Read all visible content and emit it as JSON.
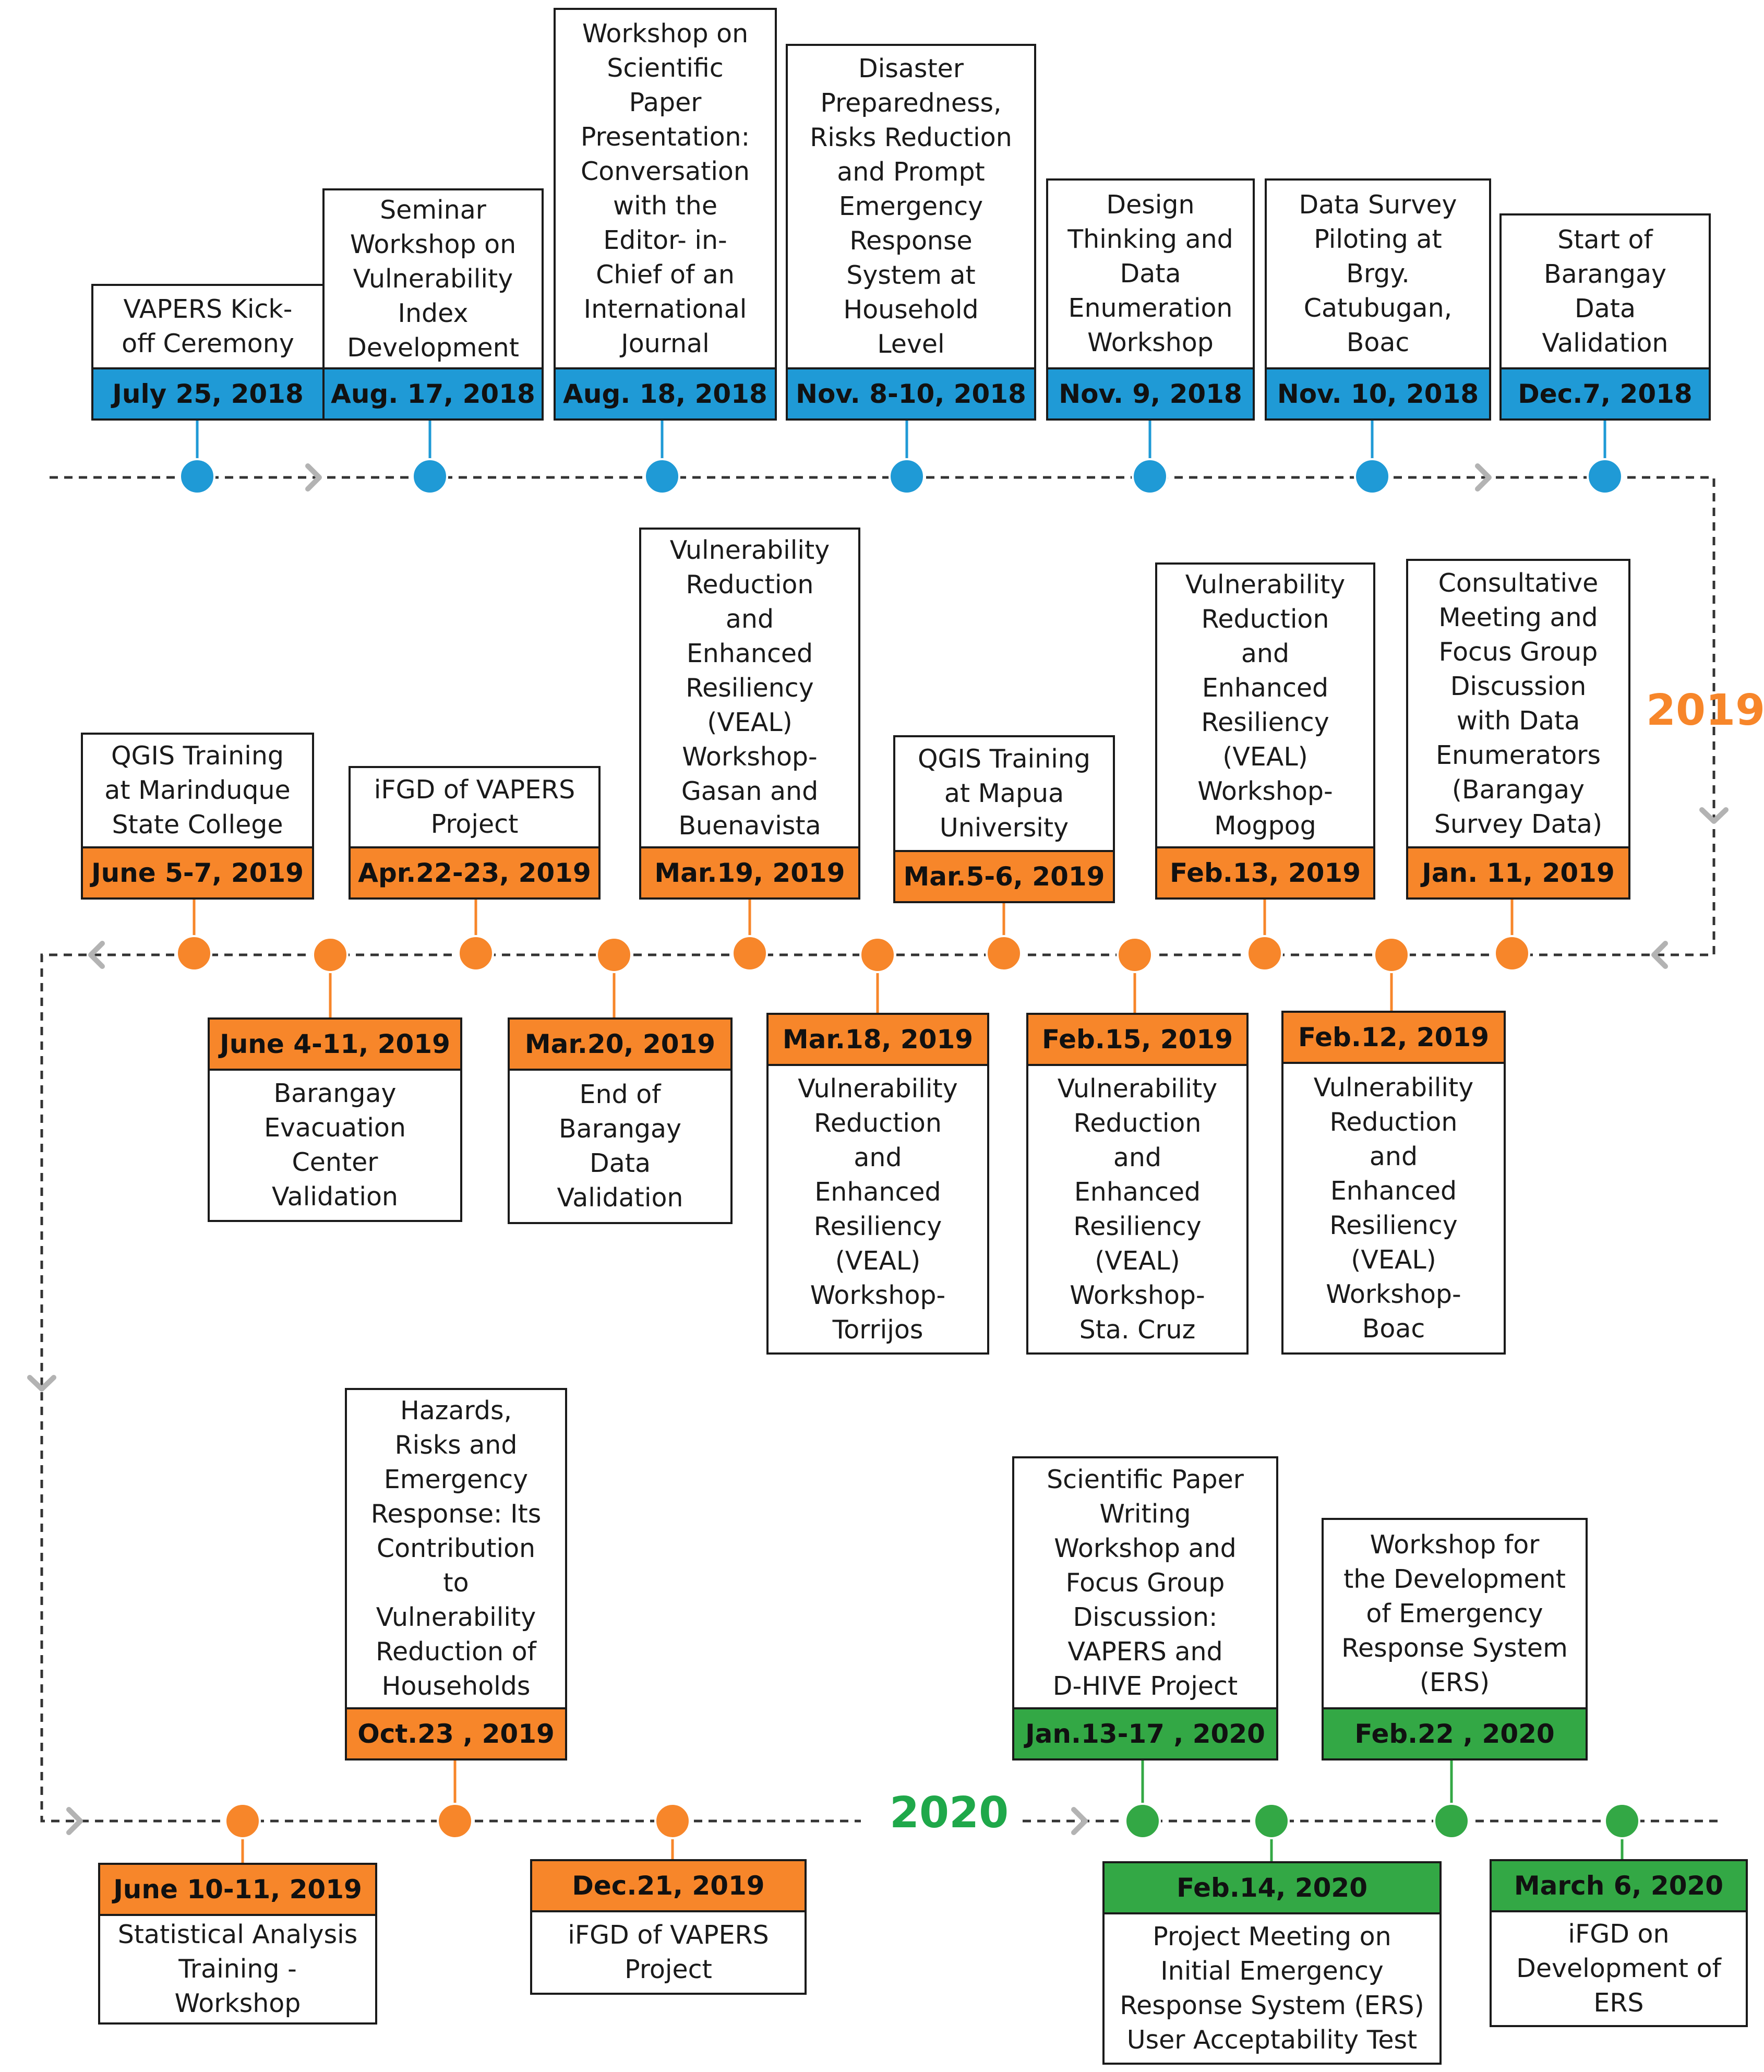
{
  "colors": {
    "blue": "#1f9ad6",
    "orange": "#f7862a",
    "green": "#33a845",
    "line": "#333333",
    "arrow": "#b3b3b3"
  },
  "year_labels": {
    "y2019": "2019",
    "y2020": "2020"
  },
  "row1": [
    {
      "date": "July 25, 2018",
      "desc": "VAPERS Kick-\noff Ceremony"
    },
    {
      "date": "Aug. 17, 2018",
      "desc": "Seminar\nWorkshop on\nVulnerability\nIndex\nDevelopment"
    },
    {
      "date": "Aug. 18, 2018",
      "desc": "Workshop on\nScientific\nPaper\nPresentation:\nConversation\nwith the\nEditor- in-\nChief of an\nInternational\nJournal"
    },
    {
      "date": "Nov. 8-10, 2018",
      "desc": "Disaster\nPreparedness,\nRisks Reduction\nand Prompt\nEmergency\nResponse\nSystem at\nHousehold\nLevel"
    },
    {
      "date": "Nov. 9, 2018",
      "desc": "Design\nThinking and\nData\nEnumeration\nWorkshop"
    },
    {
      "date": "Nov. 10, 2018",
      "desc": "Data Survey\nPiloting at\nBrgy.\nCatubugan,\nBoac"
    },
    {
      "date": "Dec.7, 2018",
      "desc": "Start of\nBarangay\nData\nValidation"
    }
  ],
  "row2_top": [
    {
      "date": "June 5-7, 2019",
      "desc": "QGIS Training\nat Marinduque\nState College"
    },
    {
      "date": "Apr.22-23, 2019",
      "desc": "iFGD of VAPERS\nProject"
    },
    {
      "date": "Mar.19, 2019",
      "desc": "Vulnerability\nReduction\nand\nEnhanced\nResiliency\n(VEAL)\nWorkshop-\nGasan and\nBuenavista"
    },
    {
      "date": "Mar.5-6, 2019",
      "desc": "QGIS Training\nat Mapua\nUniversity"
    },
    {
      "date": "Feb.13, 2019",
      "desc": "Vulnerability\nReduction\nand\nEnhanced\nResiliency\n(VEAL)\nWorkshop-\nMogpog"
    },
    {
      "date": "Jan. 11, 2019",
      "desc": "Consultative\nMeeting and\nFocus Group\nDiscussion\nwith Data\nEnumerators\n(Barangay\nSurvey Data)"
    }
  ],
  "row2_bottom": [
    {
      "date": "June 4-11, 2019",
      "desc": "Barangay\nEvacuation\nCenter\nValidation"
    },
    {
      "date": "Mar.20, 2019",
      "desc": "End of\nBarangay\nData\nValidation"
    },
    {
      "date": "Mar.18, 2019",
      "desc": "Vulnerability\nReduction\nand\nEnhanced\nResiliency\n(VEAL)\nWorkshop-\nTorrijos"
    },
    {
      "date": "Feb.15, 2019",
      "desc": "Vulnerability\nReduction\nand\nEnhanced\nResiliency\n(VEAL)\nWorkshop-\nSta. Cruz"
    },
    {
      "date": "Feb.12, 2019",
      "desc": "Vulnerability\nReduction\nand\nEnhanced\nResiliency\n(VEAL)\nWorkshop-\nBoac"
    }
  ],
  "row3_top": [
    {
      "date": "Oct.23 , 2019",
      "desc": "Hazards,\nRisks and\nEmergency\nResponse: Its\nContribution\nto\nVulnerability\nReduction of\nHouseholds"
    },
    {
      "date": "Jan.13-17 , 2020",
      "desc": "Scientific Paper\nWriting\nWorkshop and\nFocus Group\nDiscussion:\nVAPERS and\nD-HIVE Project"
    },
    {
      "date": "Feb.22 , 2020",
      "desc": "Workshop for\nthe Development\nof Emergency\nResponse System\n(ERS)"
    }
  ],
  "row3_bottom": [
    {
      "date": "June 10-11, 2019",
      "desc": "Statistical Analysis\nTraining -\nWorkshop"
    },
    {
      "date": "Dec.21, 2019",
      "desc": "iFGD of VAPERS\nProject"
    },
    {
      "date": "Feb.14, 2020",
      "desc": "Project Meeting on\nInitial Emergency\nResponse System (ERS)\nUser Acceptability Test"
    },
    {
      "date": "March 6, 2020",
      "desc": "iFGD on\nDevelopment of\nERS"
    }
  ]
}
